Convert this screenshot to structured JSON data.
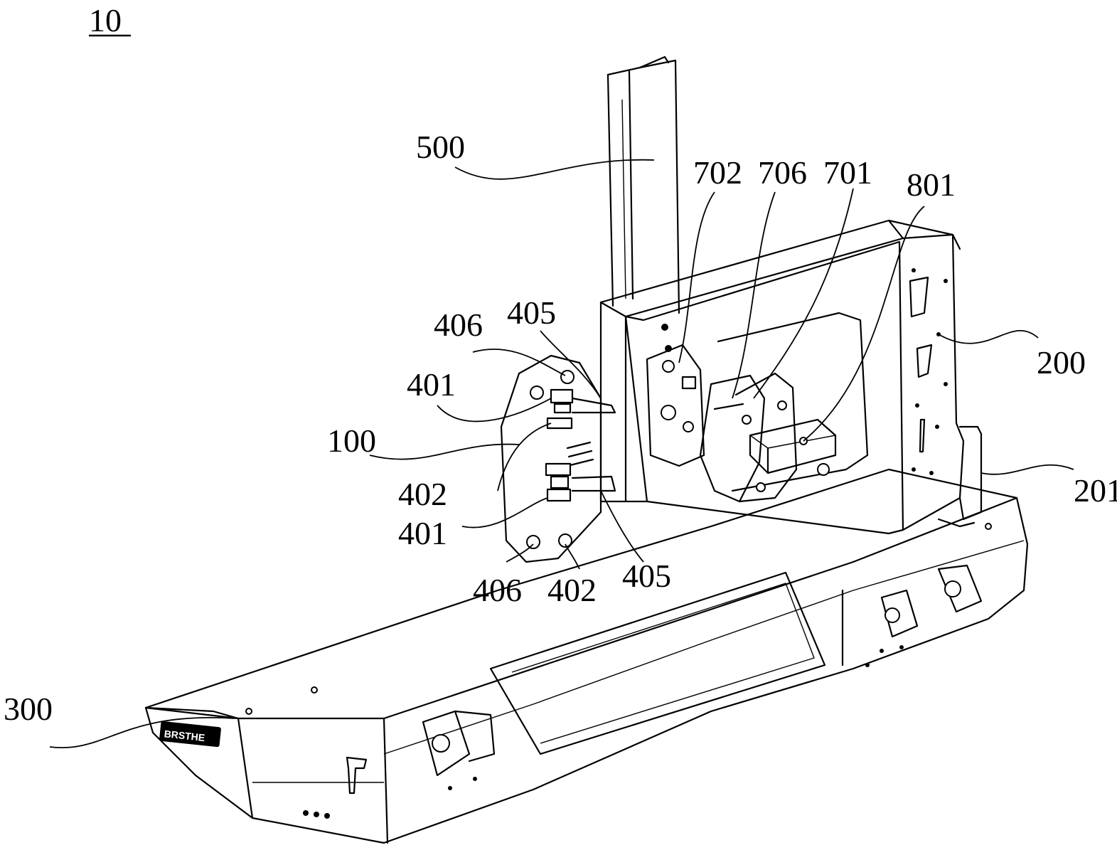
{
  "figure": {
    "ref_numeral": "10",
    "labels": {
      "l500": "500",
      "l702": "702",
      "l706": "706",
      "l701": "701",
      "l801": "801",
      "l406a": "406",
      "l405a": "405",
      "l401a": "401",
      "l200": "200",
      "l100": "100",
      "l201": "201",
      "l402a": "402",
      "l401b": "401",
      "l406b": "406",
      "l402b": "402",
      "l405b": "405",
      "l300": "300"
    },
    "bumper_logo_text": "BRSTHE"
  }
}
